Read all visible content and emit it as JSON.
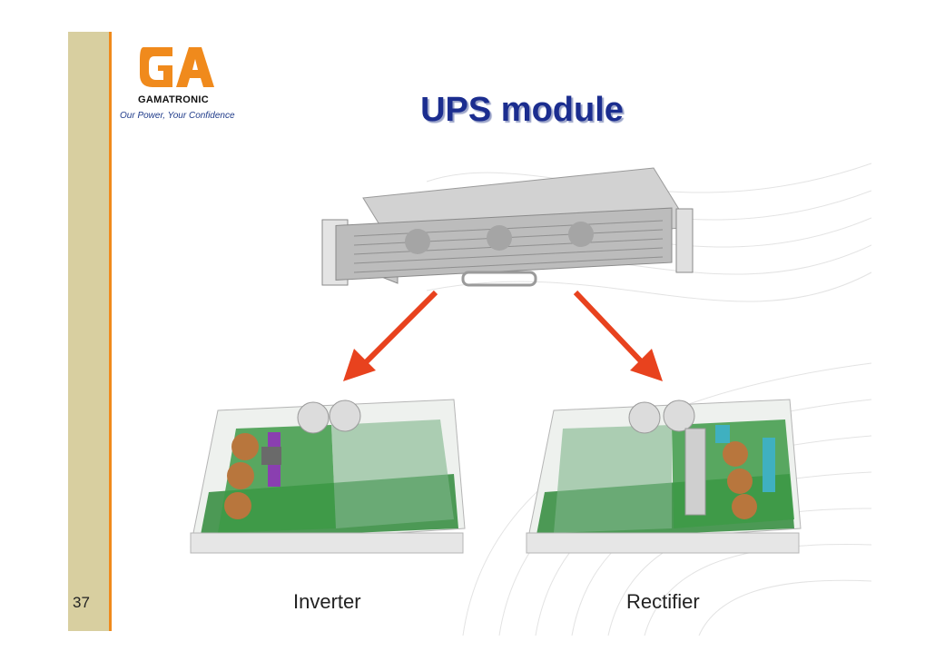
{
  "slide": {
    "title": "UPS module",
    "page_number": "37"
  },
  "logo": {
    "mark": "GA",
    "brand": "GAMATRONIC",
    "tagline": "Our Power, Your Confidence"
  },
  "captions": {
    "left": "Inverter",
    "right": "Rectifier"
  },
  "colors": {
    "title": "#1b2d8f",
    "arrow": "#e8421e",
    "sidebar": "#d8cfa0",
    "accent": "#f08a1c",
    "board": "#2f8a3a"
  }
}
